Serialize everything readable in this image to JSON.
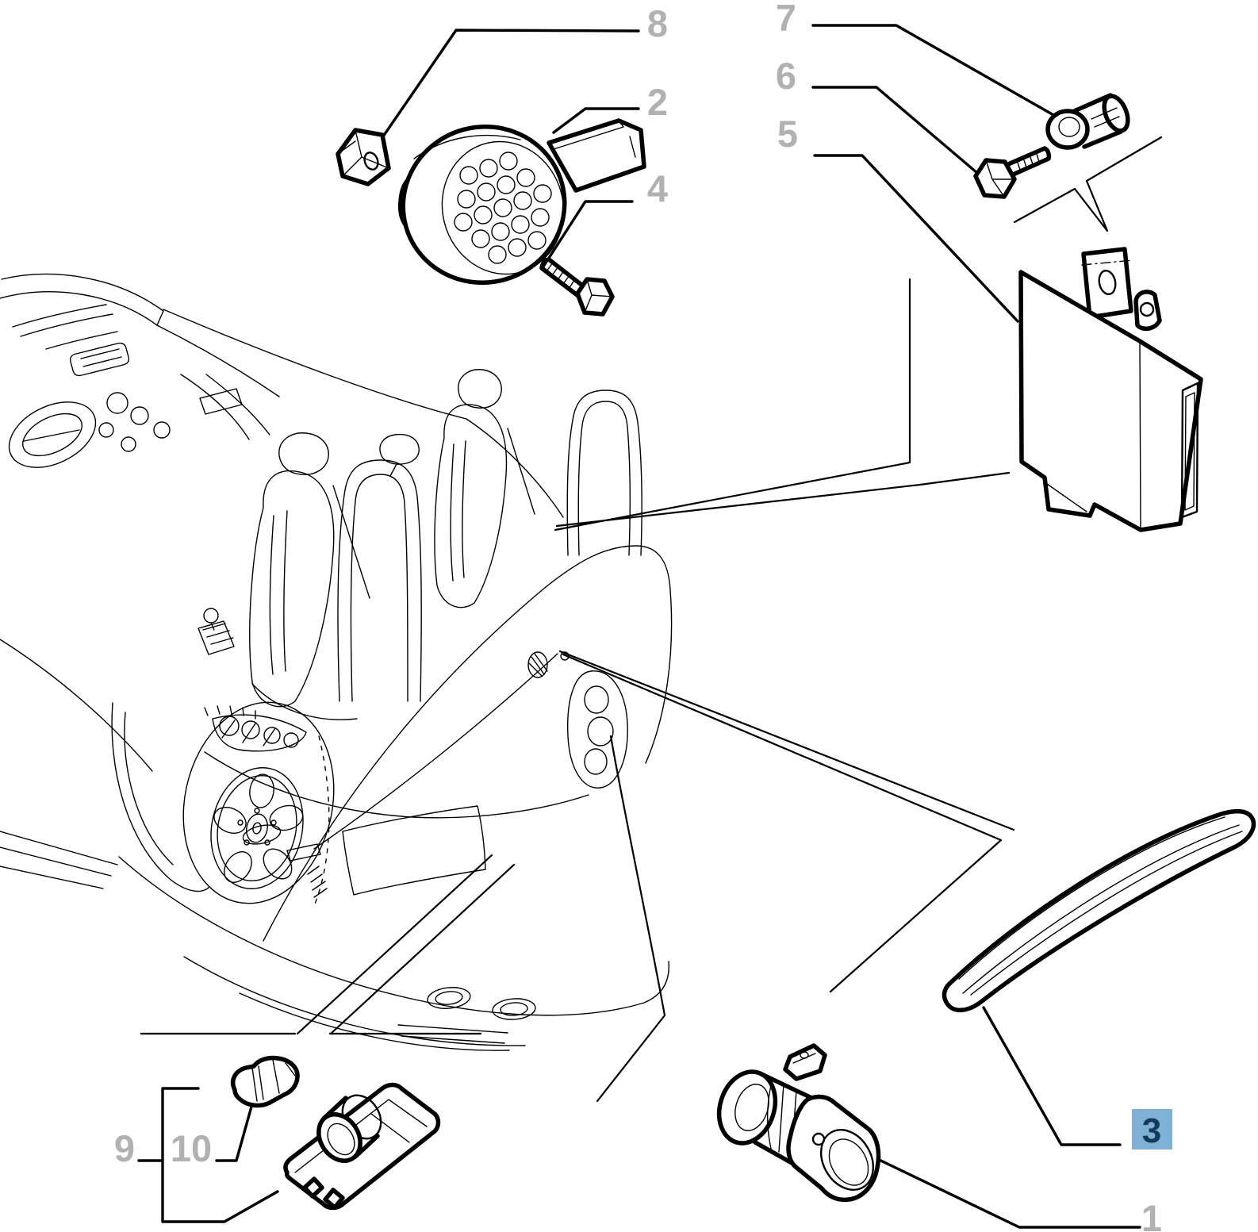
{
  "callouts": {
    "c1": {
      "label": "1",
      "highlighted": false
    },
    "c2": {
      "label": "2",
      "highlighted": false
    },
    "c3": {
      "label": "3",
      "highlighted": true
    },
    "c4": {
      "label": "4",
      "highlighted": false
    },
    "c5": {
      "label": "5",
      "highlighted": false
    },
    "c6": {
      "label": "6",
      "highlighted": false
    },
    "c7": {
      "label": "7",
      "highlighted": false
    },
    "c8": {
      "label": "8",
      "highlighted": false
    },
    "c9": {
      "label": "9",
      "highlighted": false
    },
    "c10": {
      "label": "10",
      "highlighted": false
    }
  },
  "colors": {
    "background": "#ffffff",
    "line": "#000000",
    "callout_text": "#b1b1b1",
    "highlight_bg": "#7fb1d6",
    "highlight_text": "#14395c"
  }
}
